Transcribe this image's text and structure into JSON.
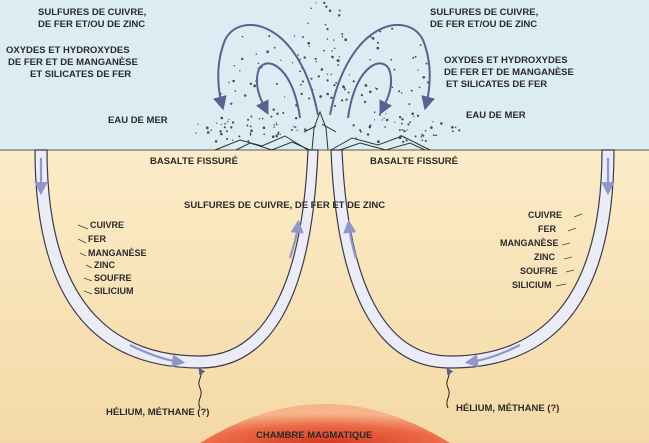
{
  "labels": {
    "sulfures_left": [
      "SULFURES DE CUIVRE,",
      "DE FER ET/OU DE ZINC"
    ],
    "sulfures_right": [
      "SULFURES DE CUIVRE,",
      "DE FER ET/OU DE ZINC"
    ],
    "oxydes_left": [
      "OXYDES ET HYDROXYDES",
      "DE FER ET DE MANGANÈSE",
      "ET SILICATES DE FER"
    ],
    "oxydes_right": [
      "OXYDES ET HYDROXYDES",
      "DE FER ET DE MANGANÈSE",
      "ET SILICATES DE FER"
    ],
    "eau_left": "EAU DE MER",
    "eau_right": "EAU DE MER",
    "basalte_left": "BASALTE FISSURÉ",
    "basalte_right": "BASALTE FISSURÉ",
    "sulfures_center": "SULFURES DE CUIVRE, DE FER ET DE ZINC",
    "elements_left": [
      "CUIVRE",
      "FER",
      "MANGANÈSE",
      "ZINC",
      "SOUFRE",
      "SILICIUM"
    ],
    "elements_right": [
      "CUIVRE",
      "FER",
      "MANGANÈSE",
      "ZINC",
      "SOUFRE",
      "SILICIUM"
    ],
    "helium_left": "HÉLIUM, MÉTHANE (?)",
    "helium_right": "HÉLIUM, MÉTHANE (?)",
    "chambre": "CHAMBRE MAGMATIQUE"
  },
  "colors": {
    "sea": "#dcecf3",
    "crust": "#f8e6bf",
    "crust_deep": "#f4dcac",
    "channel": "#e9e9f6",
    "channel_edge": "#3a3a4a",
    "arrow": "#8f96c8",
    "magma": "#e8553a",
    "magma_glow": "#f29a6a"
  }
}
